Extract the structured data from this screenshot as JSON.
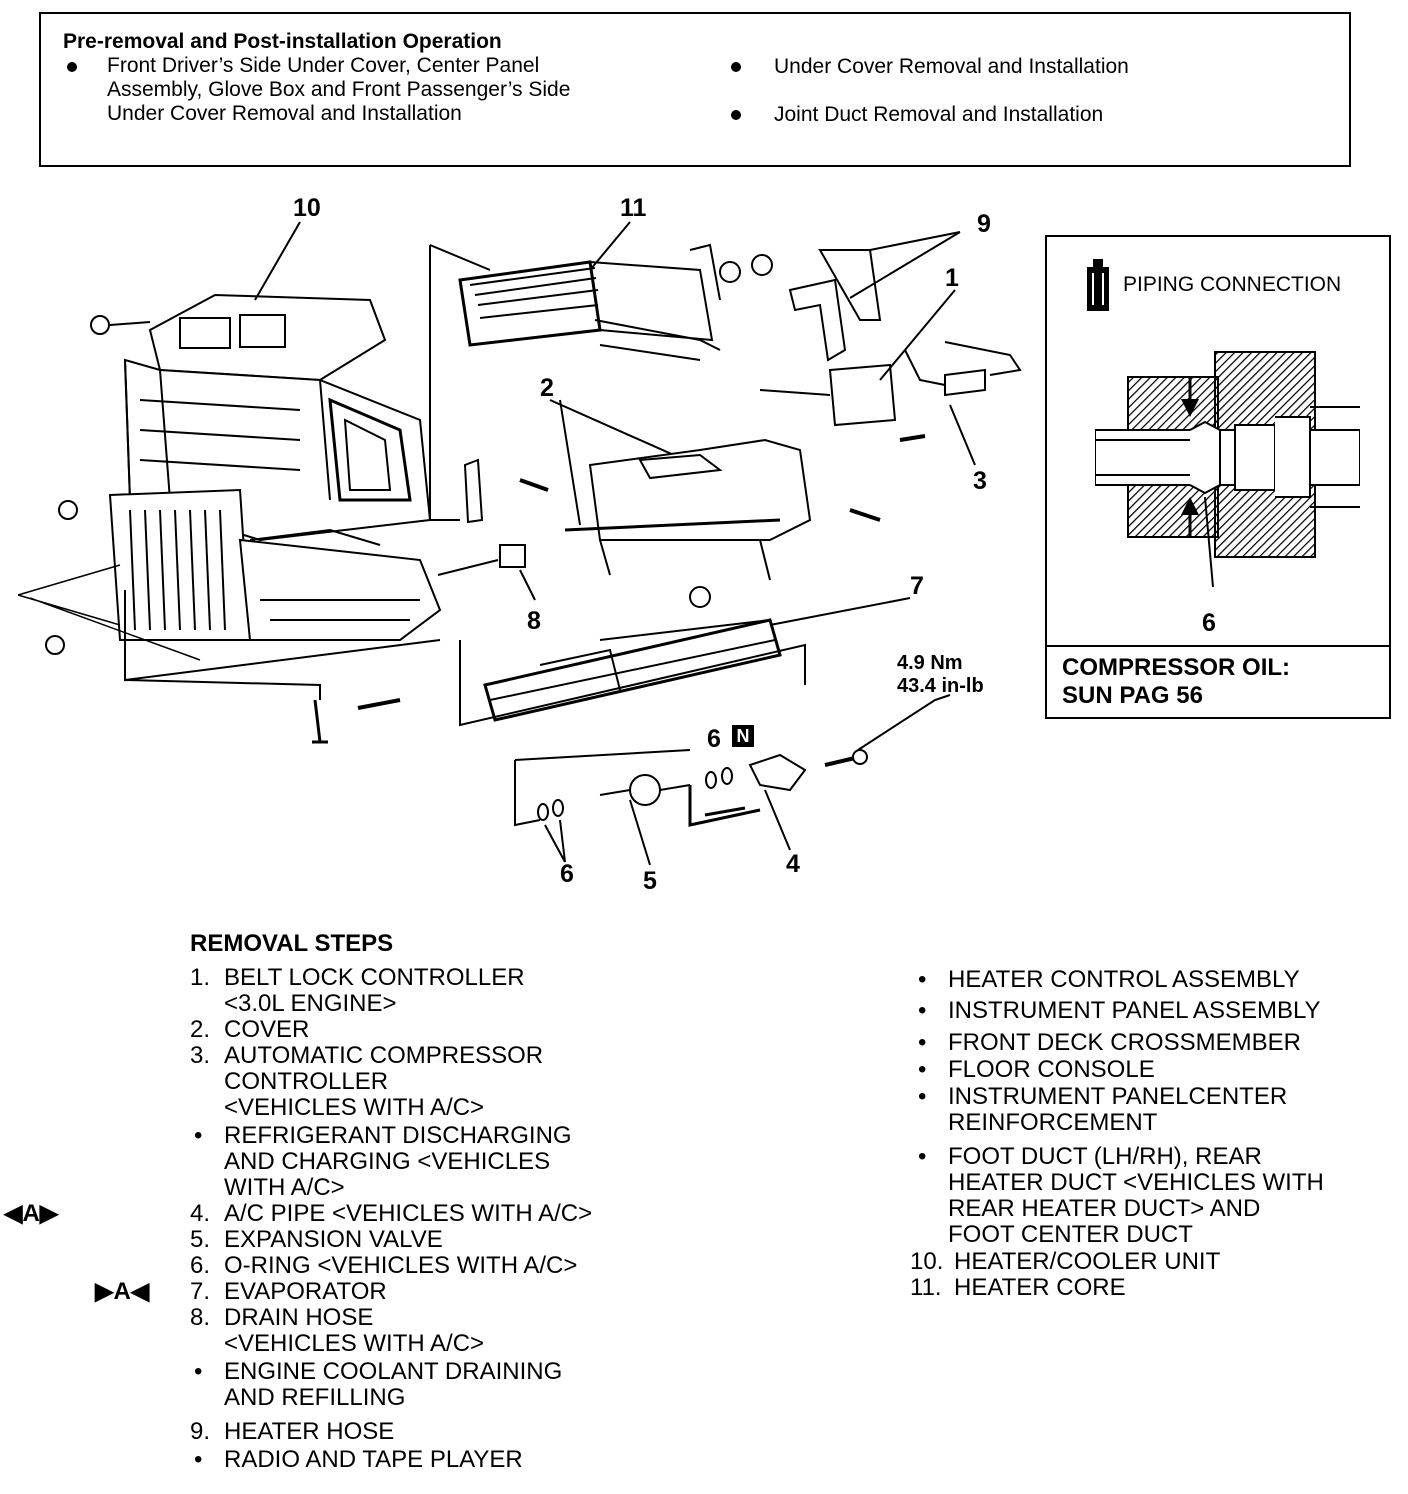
{
  "pre_removal": {
    "title": "Pre-removal and Post-installation Operation",
    "left_items": [
      {
        "lines": [
          "Front Driver’s Side Under Cover, Center Panel",
          "Assembly, Glove Box and Front Passenger’s Side",
          "Under Cover Removal and Installation"
        ]
      }
    ],
    "right_items": [
      "Under Cover Removal and Installation",
      "Joint Duct Removal and Installation"
    ]
  },
  "callouts": {
    "c10": "10",
    "c11": "11",
    "c9": "9",
    "c1": "1",
    "c2": "2",
    "c3": "3",
    "c8": "8",
    "c7": "7",
    "c6a": "6",
    "c6b": "6",
    "c5": "5",
    "c4": "4"
  },
  "torque": {
    "nm": "4.9 Nm",
    "inlb": "43.4 in-lb"
  },
  "new_part_mark": "N",
  "side_panel": {
    "title": "PIPING CONNECTION",
    "callout": "6",
    "oil_line1": "COMPRESSOR OIL:",
    "oil_line2": "SUN PAG 56"
  },
  "removal_steps": {
    "title": "REMOVAL STEPS",
    "left": [
      {
        "num": "1.",
        "lines": [
          "BELT LOCK CONTROLLER",
          "<3.0L ENGINE>"
        ]
      },
      {
        "num": "2.",
        "lines": [
          "COVER"
        ]
      },
      {
        "num": "3.",
        "lines": [
          "AUTOMATIC COMPRESSOR",
          "CONTROLLER",
          "<VEHICLES WITH A/C>"
        ]
      },
      {
        "num": "•",
        "lines": [
          "REFRIGERANT DISCHARGING",
          "AND CHARGING <VEHICLES",
          "WITH A/C>"
        ]
      },
      {
        "num": "4.",
        "lines": [
          "A/C PIPE <VEHICLES WITH A/C>"
        ],
        "mark": "◀A▶"
      },
      {
        "num": "5.",
        "lines": [
          "EXPANSION VALVE"
        ]
      },
      {
        "num": "6.",
        "lines": [
          "O-RING <VEHICLES WITH A/C>"
        ]
      },
      {
        "num": "7.",
        "lines": [
          "EVAPORATOR"
        ],
        "mark": "▶A◀"
      },
      {
        "num": "8.",
        "lines": [
          "DRAIN HOSE",
          "<VEHICLES WITH A/C>"
        ]
      },
      {
        "num": "•",
        "lines": [
          "ENGINE COOLANT DRAINING",
          "AND REFILLING"
        ]
      },
      {
        "num": "9.",
        "lines": [
          "HEATER HOSE"
        ]
      },
      {
        "num": "•",
        "lines": [
          "RADIO AND TAPE PLAYER"
        ]
      }
    ],
    "right": [
      {
        "num": "•",
        "lines": [
          "HEATER CONTROL ASSEMBLY"
        ]
      },
      {
        "num": "•",
        "lines": [
          "INSTRUMENT PANEL ASSEMBLY"
        ]
      },
      {
        "num": "•",
        "lines": [
          "FRONT DECK CROSSMEMBER"
        ]
      },
      {
        "num": "•",
        "lines": [
          "FLOOR CONSOLE"
        ]
      },
      {
        "num": "•",
        "lines": [
          "INSTRUMENT PANELCENTER",
          "REINFORCEMENT"
        ]
      },
      {
        "num": "•",
        "lines": [
          "FOOT DUCT (LH/RH), REAR",
          "HEATER DUCT <VEHICLES WITH",
          "REAR HEATER DUCT> AND",
          "FOOT CENTER DUCT"
        ]
      },
      {
        "num": "10.",
        "lines": [
          "HEATER/COOLER UNIT"
        ]
      },
      {
        "num": "11.",
        "lines": [
          "HEATER CORE"
        ]
      }
    ]
  }
}
